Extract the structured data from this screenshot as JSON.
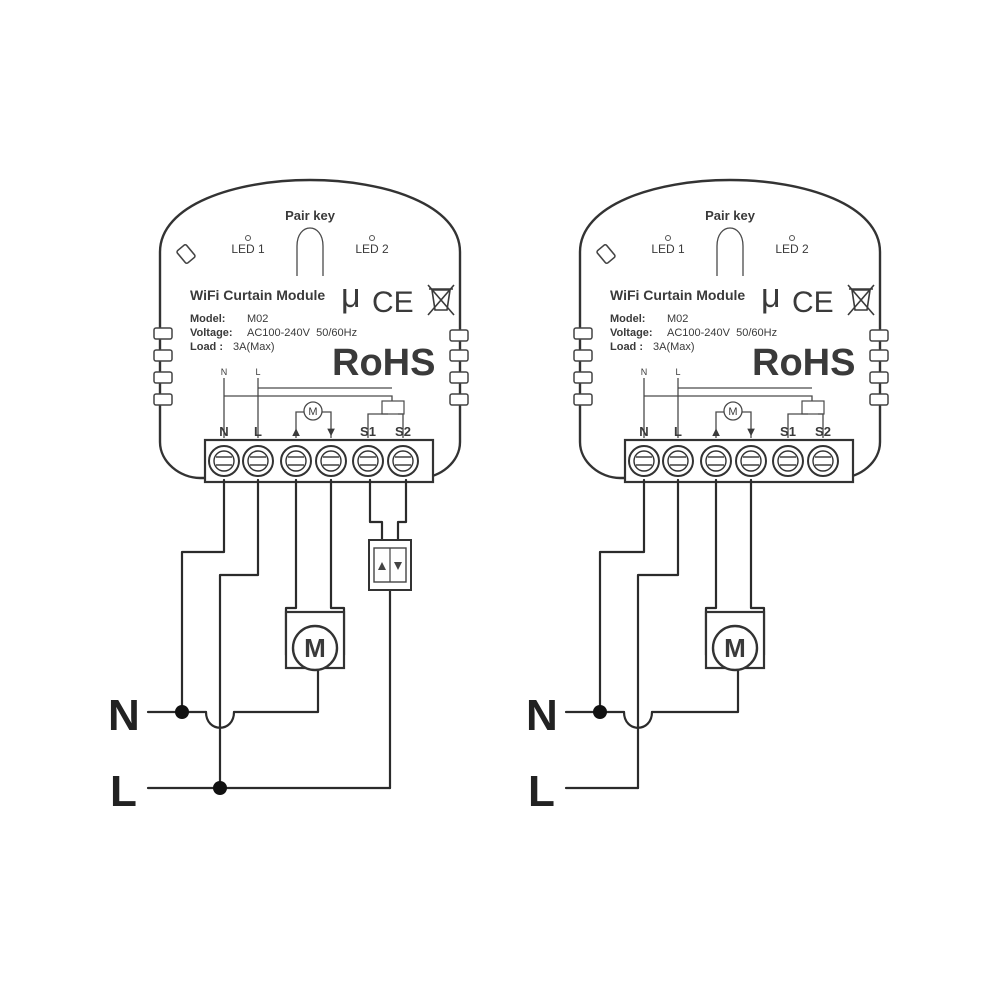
{
  "colors": {
    "line": "#2b2b2b",
    "text": "#3a3a3a",
    "background": "#ffffff"
  },
  "modules": [
    {
      "pair_key": "Pair key",
      "led1": "LED 1",
      "led2": "LED 2",
      "title": "WiFi Curtain Module",
      "model_label": "Model:",
      "model_value": "M02",
      "voltage_label": "Voltage:",
      "voltage_value": "AC100-240V  50/60Hz",
      "load_label": "Load :",
      "load_value": "3A(Max)",
      "rohs": "RoHS",
      "mu": "μ",
      "ce": "CE",
      "inner_n": "N",
      "inner_l": "L",
      "inner_m": "M",
      "terminals": [
        "N",
        "L",
        "▲",
        "▼",
        "S1",
        "S2"
      ],
      "motor": "M",
      "wire_n": "N",
      "wire_l": "L",
      "has_switch": true
    },
    {
      "pair_key": "Pair key",
      "led1": "LED 1",
      "led2": "LED 2",
      "title": "WiFi Curtain Module",
      "model_label": "Model:",
      "model_value": "M02",
      "voltage_label": "Voltage:",
      "voltage_value": "AC100-240V  50/60Hz",
      "load_label": "Load :",
      "load_value": "3A(Max)",
      "rohs": "RoHS",
      "mu": "μ",
      "ce": "CE",
      "inner_n": "N",
      "inner_l": "L",
      "inner_m": "M",
      "terminals": [
        "N",
        "L",
        "▲",
        "▼",
        "S1",
        "S2"
      ],
      "motor": "M",
      "wire_n": "N",
      "wire_l": "L",
      "has_switch": false
    }
  ]
}
